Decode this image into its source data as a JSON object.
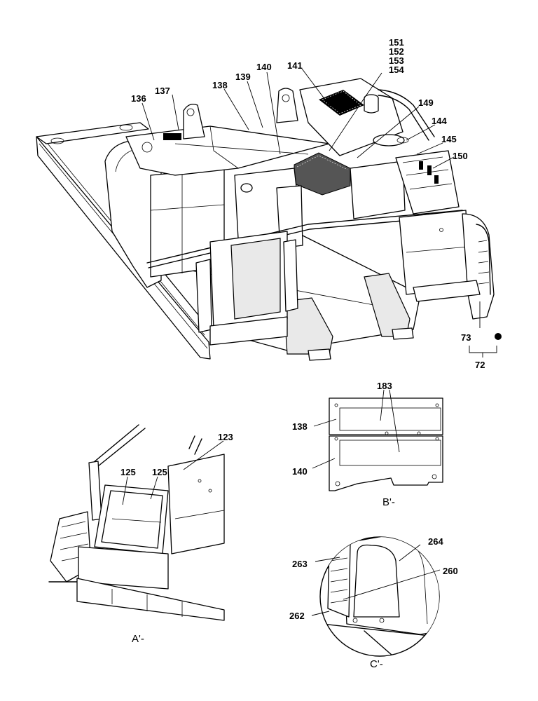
{
  "callouts": {
    "c151": "151",
    "c152": "152",
    "c153": "153",
    "c154": "154",
    "c141": "141",
    "c140": "140",
    "c139": "139",
    "c138": "138",
    "c137": "137",
    "c136": "136",
    "c149": "149",
    "c144": "144",
    "c145": "145",
    "c150": "150",
    "c73": "73",
    "c72": "72",
    "c183": "183",
    "b138": "138",
    "b140": "140",
    "c123": "123",
    "c125a": "125",
    "c125b": "125",
    "c264": "264",
    "c263": "263",
    "c260": "260",
    "c262": "262"
  },
  "view_labels": {
    "a": "A'-",
    "b": "B'-",
    "c": "C'-"
  }
}
